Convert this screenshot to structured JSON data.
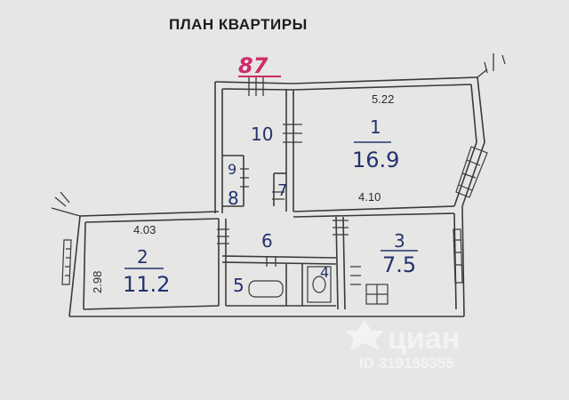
{
  "title": "ПЛАН КВАРТИРЫ",
  "annotations": {
    "total": "87",
    "dim_top": "5.22",
    "dim_mid": "4.10",
    "dim_left": "4.03",
    "dim_left_side": "2.98"
  },
  "rooms": {
    "r1": {
      "number": "1",
      "area": "16.9"
    },
    "r2": {
      "number": "2",
      "area": "11.2"
    },
    "r3": {
      "number": "3",
      "area": "7.5"
    },
    "r4": {
      "number": "4"
    },
    "r5": {
      "number": "5"
    },
    "r6": {
      "number": "6"
    },
    "r7": {
      "number": "7"
    },
    "r8": {
      "number": "8"
    },
    "r9": {
      "number": "9"
    },
    "r10": {
      "number": "10"
    }
  },
  "watermark": {
    "brand": "циан",
    "id": "ID 319158355"
  },
  "colors": {
    "background": "#e6e6e4",
    "walls": "#3a3a3a",
    "handwriting": "#24336e",
    "annotation": "#d02a6a"
  }
}
